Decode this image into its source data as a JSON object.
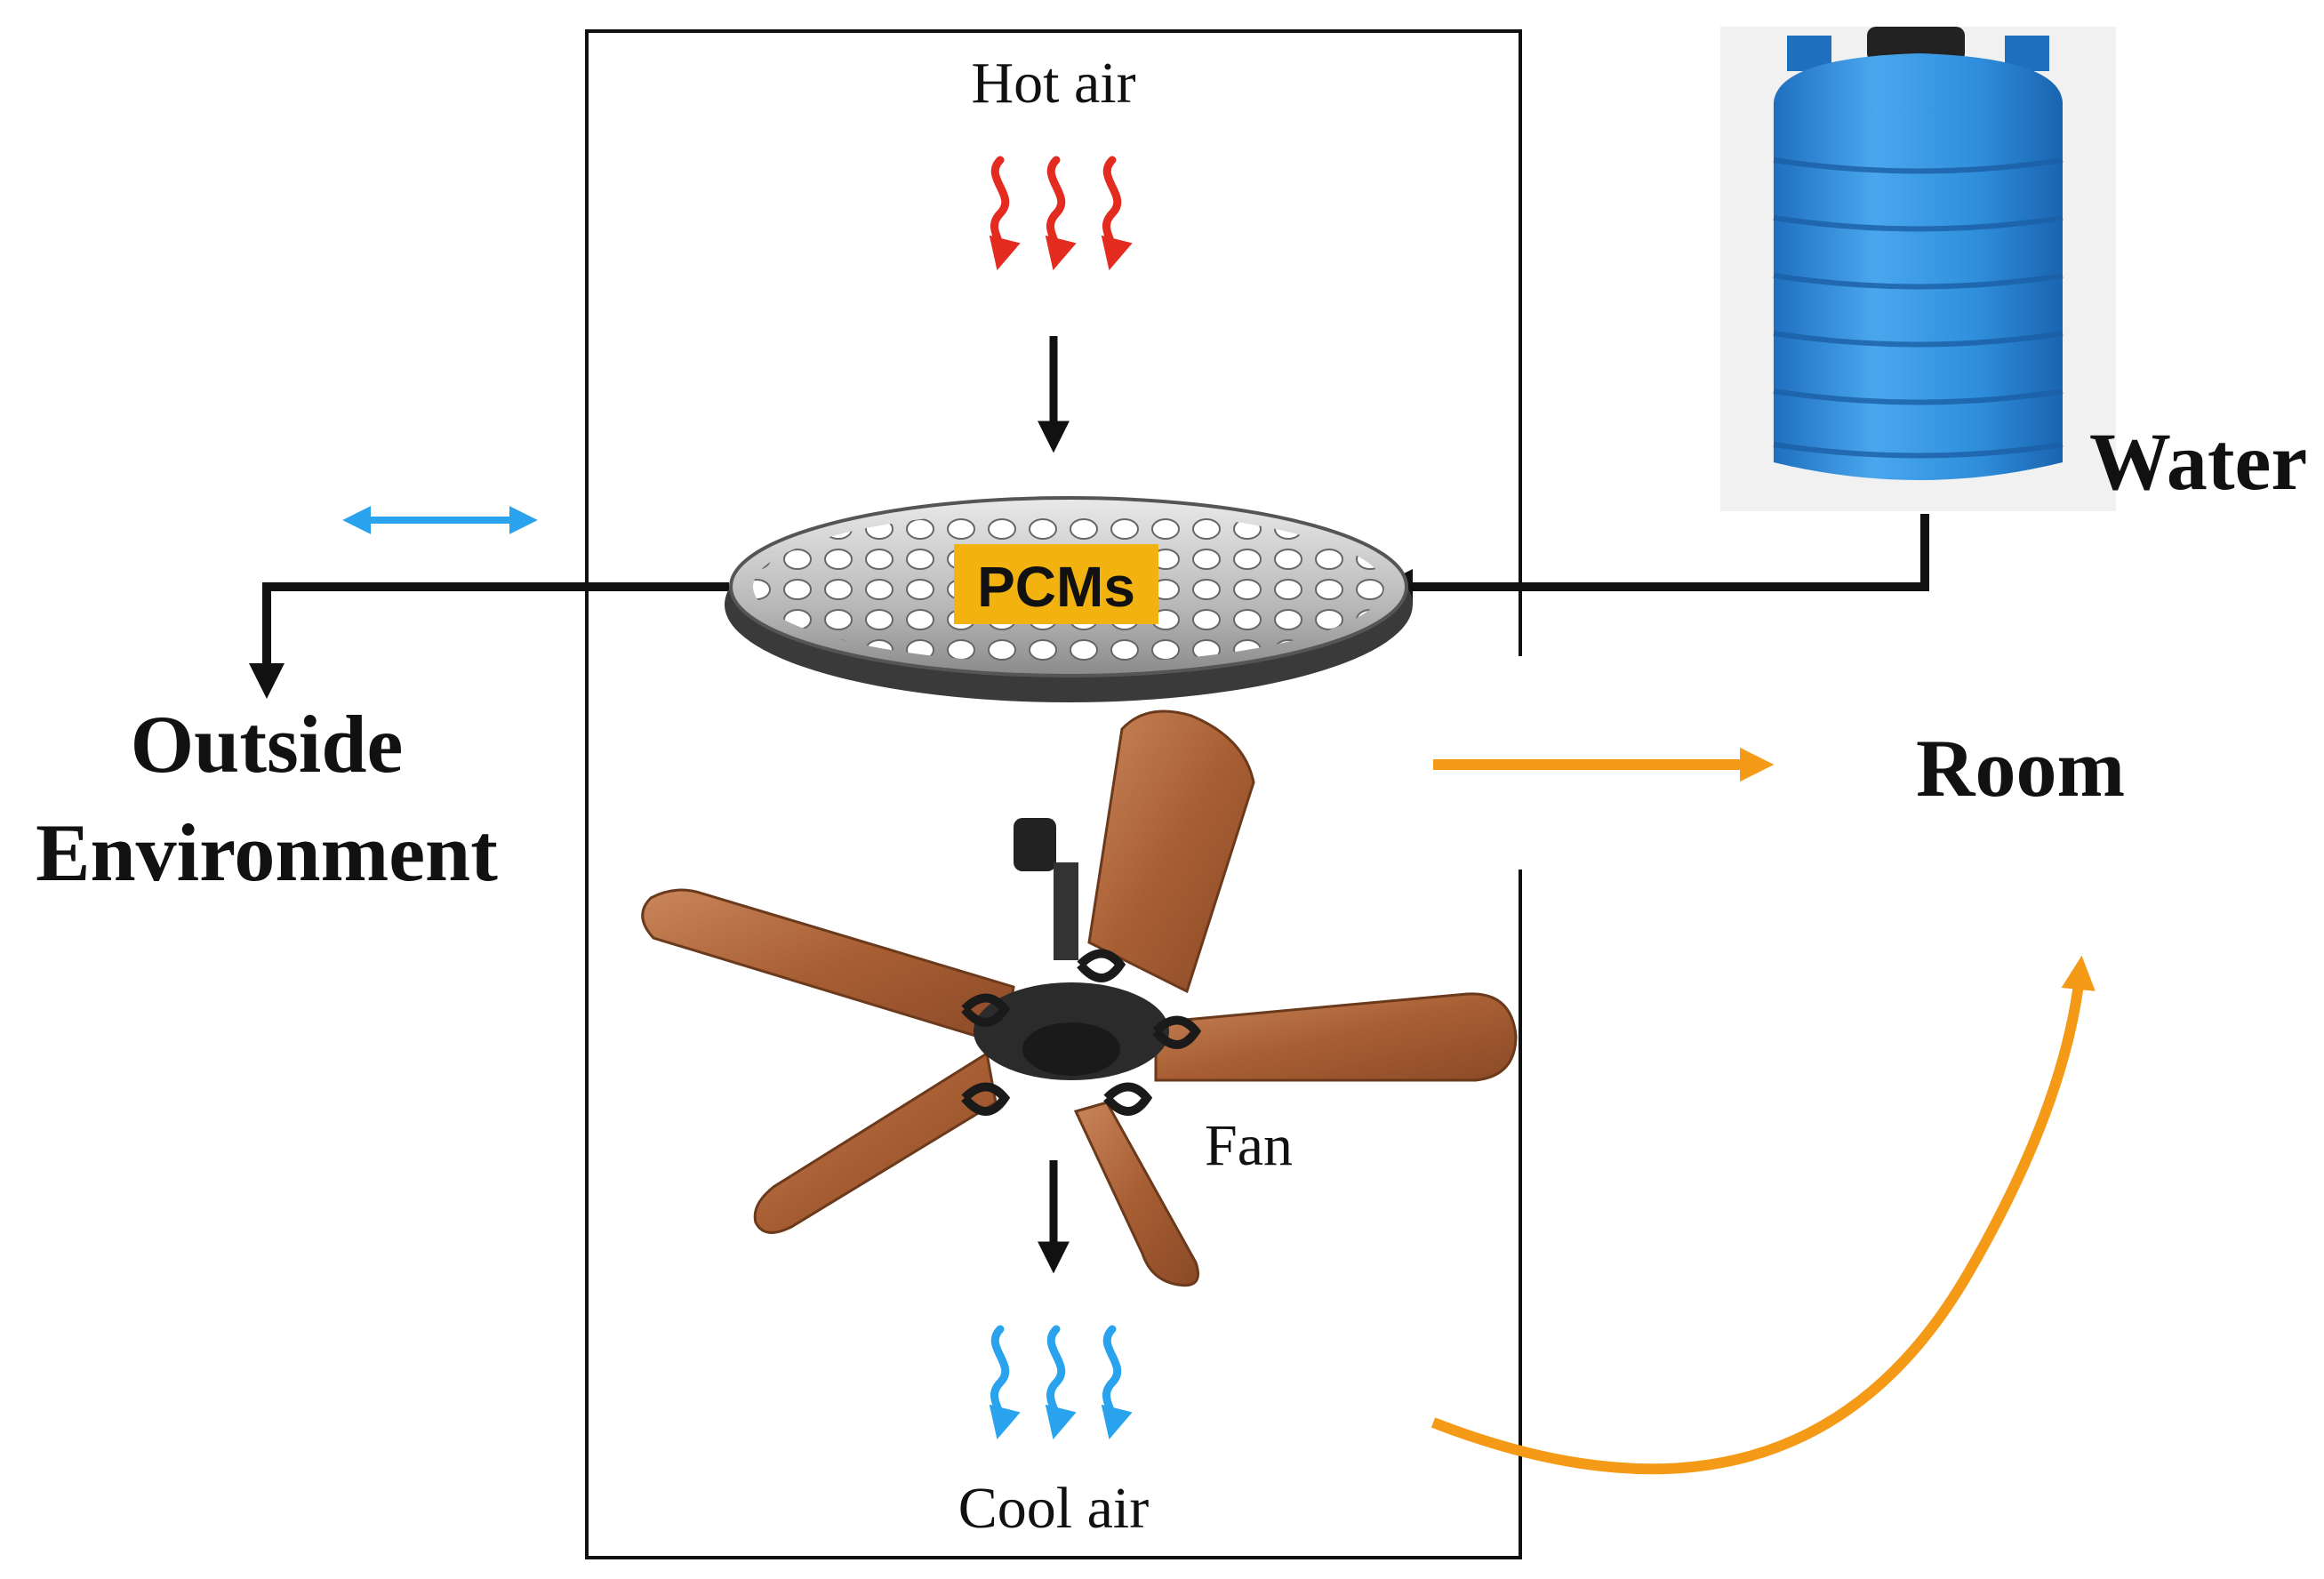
{
  "labels": {
    "hot_air": "Hot air",
    "cool_air": "Cool air",
    "pcms": "PCMs",
    "water": "Water",
    "room": "Room",
    "outside_line1": "Outside",
    "outside_line2": "Environment",
    "fan": "Fan"
  },
  "colors": {
    "hot": "#e32b1f",
    "cool": "#2aa3ee",
    "flow": "#111111",
    "room_arrow": "#f59a16",
    "pcm_badge": "#f2b20f",
    "tank": "#2f8fdc",
    "wood": "#b46a3a"
  },
  "icons": {
    "tank": "water-tank-icon",
    "fan": "ceiling-fan-icon",
    "pcm": "pcm-perforated-plate-icon"
  }
}
